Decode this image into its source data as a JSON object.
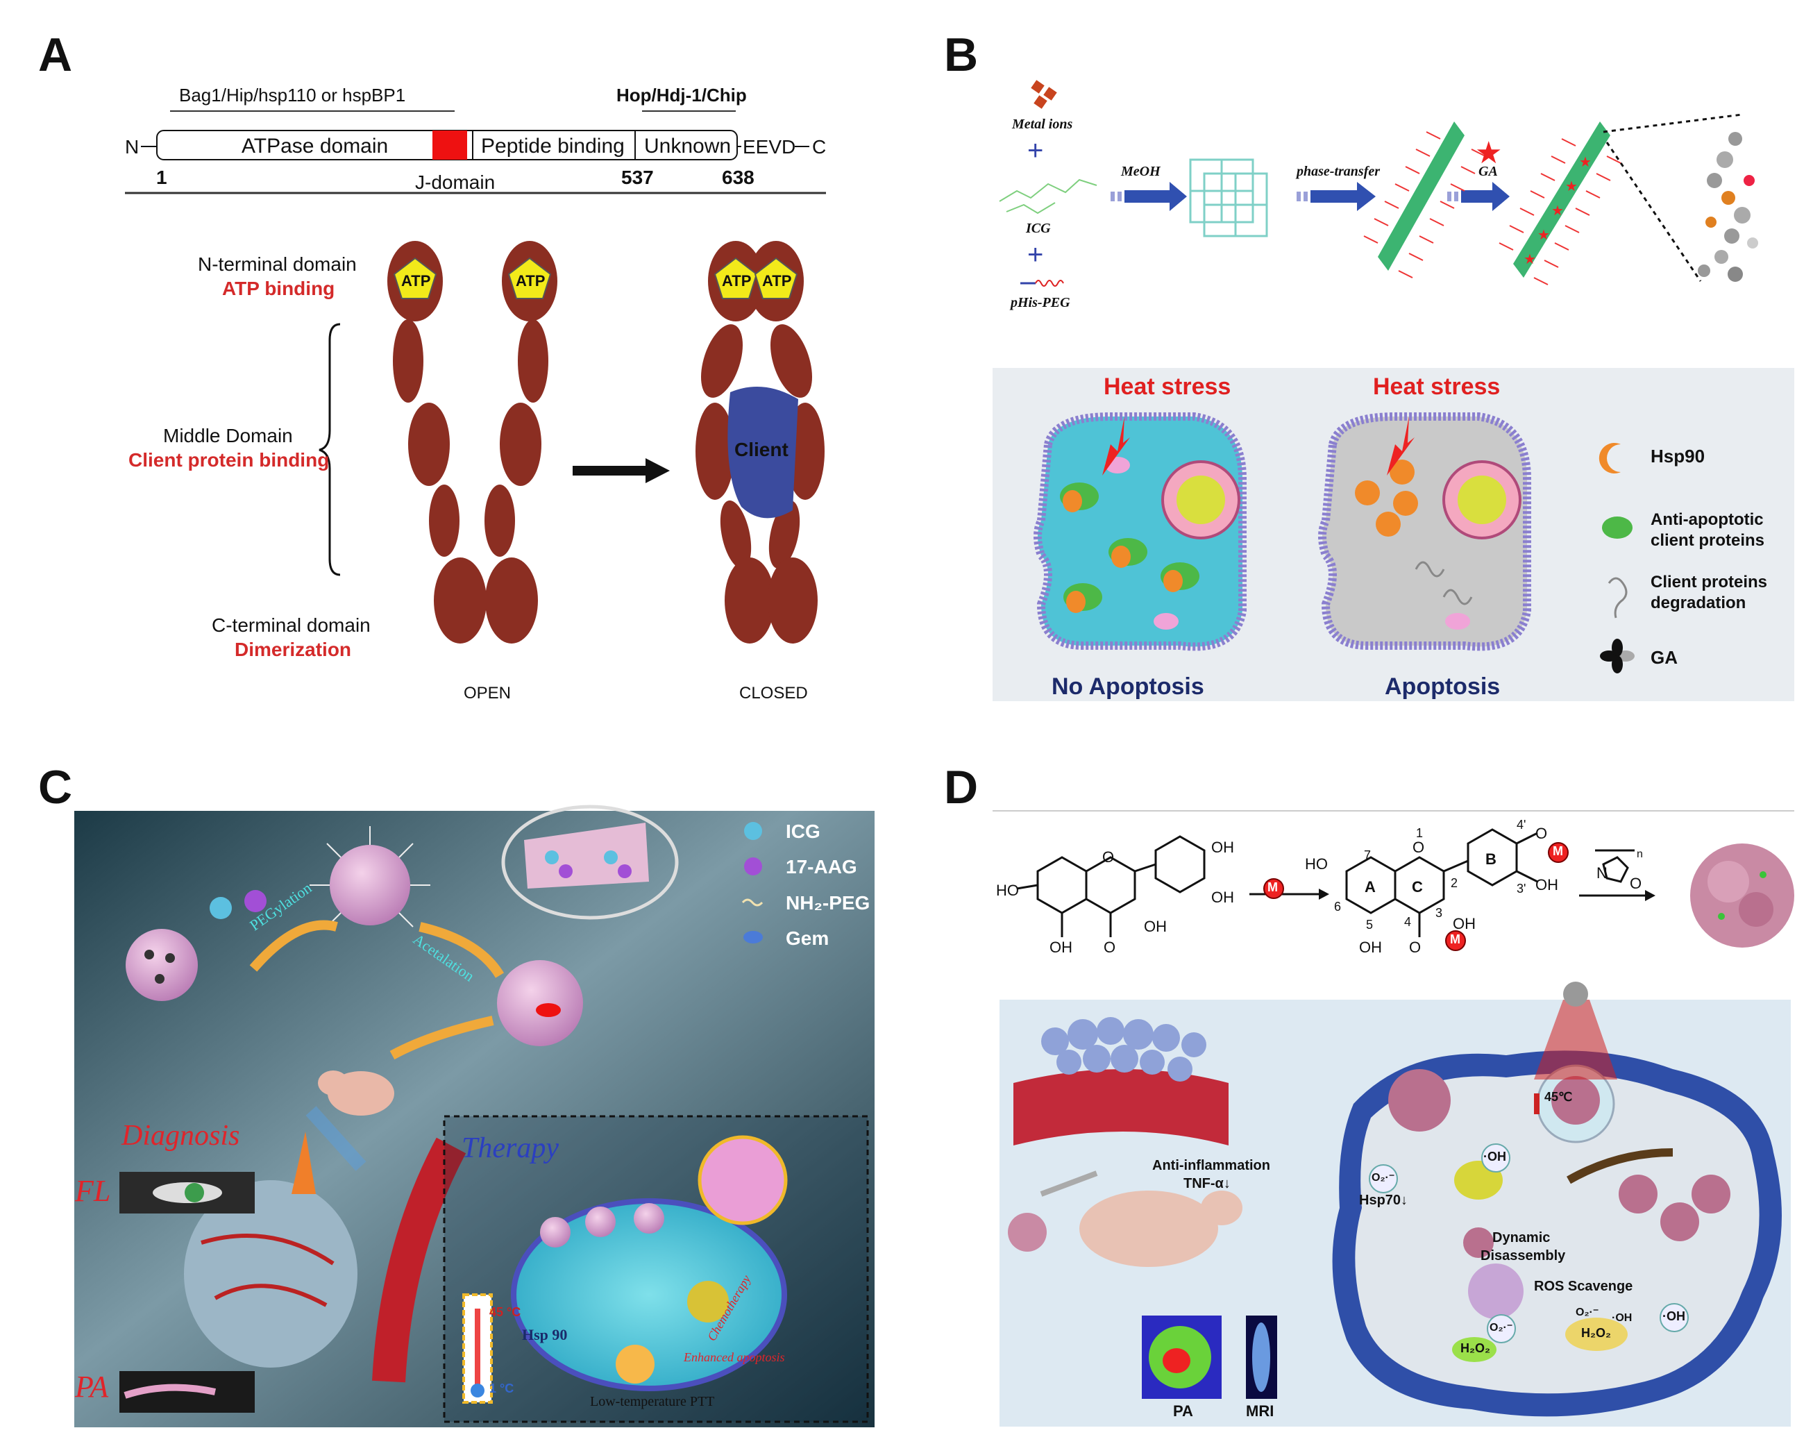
{
  "panels": {
    "a": {
      "letter": "A",
      "top_left_bracket": "Bag1/Hip/hsp110 or hspBP1",
      "top_right_bracket": "Hop/Hdj-1/Chip",
      "n_end": "N",
      "c_end": "C",
      "atpase_domain": "ATPase domain",
      "peptide_binding": "Peptide binding",
      "unknown": "Unknown",
      "eevd": "EEVD",
      "pos_1": "1",
      "pos_537": "537",
      "pos_638": "638",
      "j_domain": "J-domain",
      "n_terminal": "N-terminal domain",
      "atp_binding": "ATP binding",
      "middle_domain": "Middle Domain",
      "client_binding": "Client protein binding",
      "c_terminal": "C-terminal domain",
      "dimerization": "Dimerization",
      "atp": "ATP",
      "client": "Client",
      "open": "OPEN",
      "closed": "CLOSED"
    },
    "b": {
      "letter": "B",
      "metal_ions": "Metal ions",
      "icg": "ICG",
      "phis_peg": "pHis-PEG",
      "meoh": "MeOH",
      "phase_transfer": "phase-transfer",
      "ga_top": "GA",
      "heat_stress_left": "Heat stress",
      "heat_stress_right": "Heat stress",
      "no_apoptosis": "No Apoptosis",
      "apoptosis": "Apoptosis",
      "legend_hsp90": "Hsp90",
      "legend_anti_1": "Anti-apoptotic",
      "legend_anti_2": "client proteins",
      "legend_deg_1": "Client proteins",
      "legend_deg_2": "degradation",
      "legend_ga": "GA",
      "plus": "+"
    },
    "c": {
      "letter": "C",
      "legend_icg": "ICG",
      "legend_17aag": "17-AAG",
      "legend_nh2peg": "NH₂-PEG",
      "legend_gem": "Gem",
      "pegylation": "PEGylation",
      "acetalation": "Acetalation",
      "diagnosis": "Diagnosis",
      "therapy": "Therapy",
      "fl": "FL",
      "pa": "PA",
      "hsp90": "Hsp 90",
      "low_temp_ptt": "Low-temperature PTT",
      "chemotherapy": "Chemotherapy",
      "enhanced_apoptosis": "Enhanced apoptosis",
      "temp_high": "45 °C",
      "temp_low": "1 °C"
    },
    "d": {
      "letter": "D",
      "oh": "OH",
      "ho": "HO",
      "o": "O",
      "m": "M",
      "ring_a": "A",
      "ring_b": "B",
      "ring_c": "C",
      "n_atom": "N",
      "n_sub": "n",
      "num_1": "1",
      "num_2": "2",
      "num_3": "3",
      "num_4": "4",
      "num_5": "5",
      "num_6": "6",
      "num_7": "7",
      "num_3p": "3'",
      "num_4p": "4'",
      "temp": "45℃",
      "oh_radical": "·OH",
      "hsp70": "Hsp70↓",
      "o2_radical": "O₂·⁻",
      "anti_inflammation": "Anti-inflammation",
      "tnf": "TNF-α↓",
      "dynamic_1": "Dynamic",
      "dynamic_2": "Disassembly",
      "ros": "ROS Scavenge",
      "h2o2": "H₂O₂",
      "pa": "PA",
      "mri": "MRI"
    }
  },
  "colors": {
    "hsp_domain": "#8b2e22",
    "atp_yellow": "#f2ea1a",
    "client_blue": "#3b4b9e",
    "text_red": "#d42a2a",
    "arrow_blue": "#3050b0",
    "navy": "#1c2a6a"
  }
}
